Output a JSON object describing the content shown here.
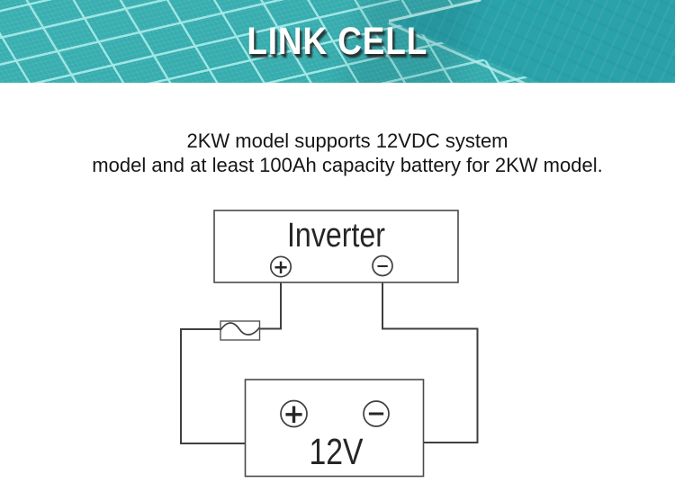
{
  "banner": {
    "title": "LINK CELL",
    "background_color": "#2ba6ad",
    "panel_fill_color": "#35acae",
    "panel_line_color": "#a4e9e7",
    "title_color": "#ffffff"
  },
  "intro": {
    "line1": "2KW model supports 12VDC system",
    "line2": "model and at least 100Ah capacity battery for 2KW model."
  },
  "diagram": {
    "inverter_label": "Inverter",
    "battery_label": "12V",
    "terminals": {
      "inverter_plus": "+",
      "inverter_minus": "−",
      "battery_plus": "+",
      "battery_minus": "−"
    },
    "icons": {
      "fuse": "fuse-icon"
    },
    "wire_color": "#3f3f3f"
  }
}
